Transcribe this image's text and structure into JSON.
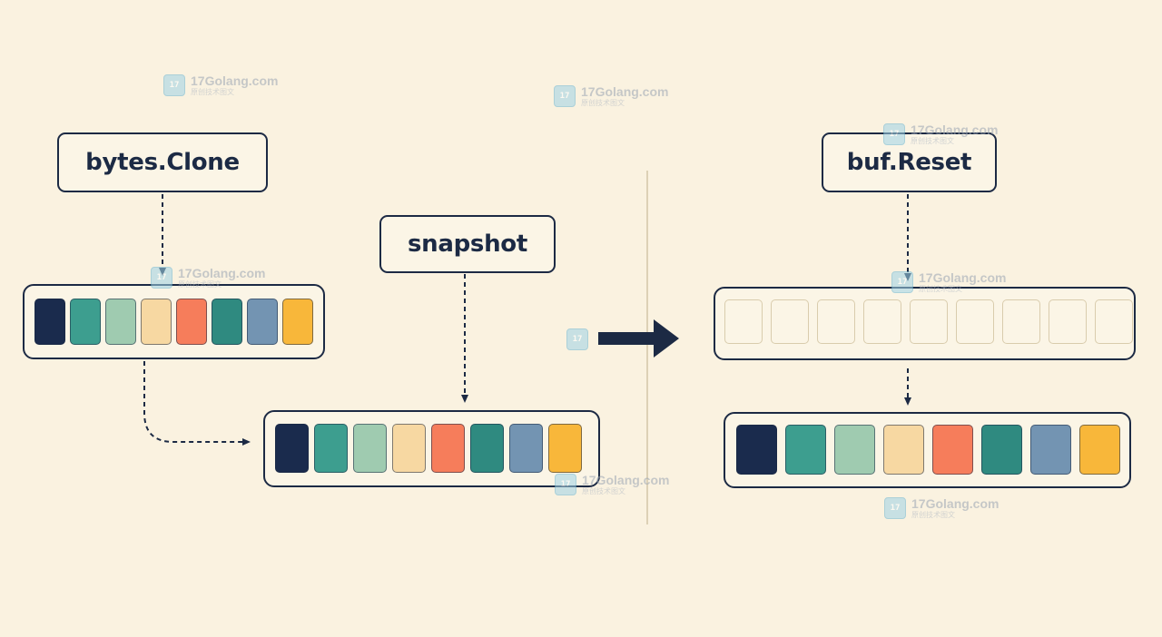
{
  "labels": {
    "clone": "bytes.Clone",
    "snapshot": "snapshot",
    "reset": "buf.Reset"
  },
  "palette": [
    "#1a2b4d",
    "#3d9e8f",
    "#9fcbb0",
    "#f7d8a2",
    "#f67d5b",
    "#2f8a80",
    "#7394b2",
    "#f8b73a"
  ],
  "arrays": {
    "source": {
      "cells": 8,
      "filled": true
    },
    "snapshot": {
      "cells": 8,
      "filled": true
    },
    "reset_buffer": {
      "cells": 9,
      "filled": false
    },
    "preserved": {
      "cells": 8,
      "filled": true
    }
  },
  "colors": {
    "stroke": "#1c2a44",
    "background": "#faf2e0",
    "divider": "#ddd1b6"
  },
  "watermark": {
    "title": "17Golang.com",
    "subtitle": "原创技术图文",
    "icon": "17golang-logo-icon"
  }
}
